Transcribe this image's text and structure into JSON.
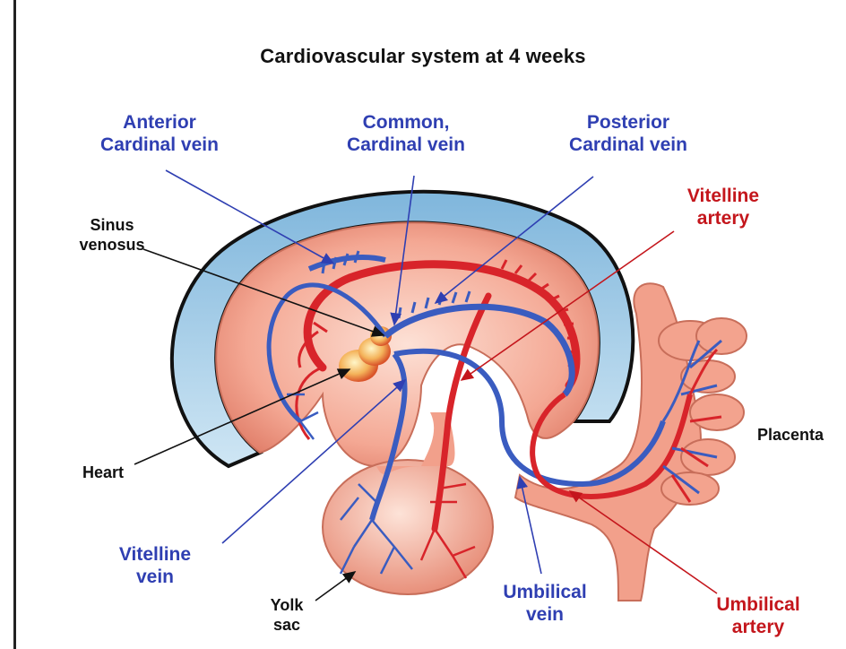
{
  "title": "Cardiovascular system at 4 weeks",
  "labels": {
    "anterior_cardinal_vein": [
      "Anterior",
      "Cardinal vein"
    ],
    "common_cardinal_vein": [
      "Common,",
      "Cardinal vein"
    ],
    "posterior_cardinal_vein": [
      "Posterior",
      "Cardinal vein"
    ],
    "vitelline_artery": [
      "Vitelline",
      "artery"
    ],
    "sinus_venosus": [
      "Sinus",
      "venosus"
    ],
    "heart": "Heart",
    "placenta": "Placenta",
    "vitelline_vein": [
      "Vitelline",
      "vein"
    ],
    "yolk_sac": [
      "Yolk",
      "sac"
    ],
    "umbilical_vein": [
      "Umbilical",
      "vein"
    ],
    "umbilical_artery": [
      "Umbilical",
      "artery"
    ]
  },
  "colors": {
    "vein": "#2f3fb2",
    "artery": "#c4161c",
    "embryo_body": "#f4a894",
    "amnion": "#9cc9e6"
  }
}
